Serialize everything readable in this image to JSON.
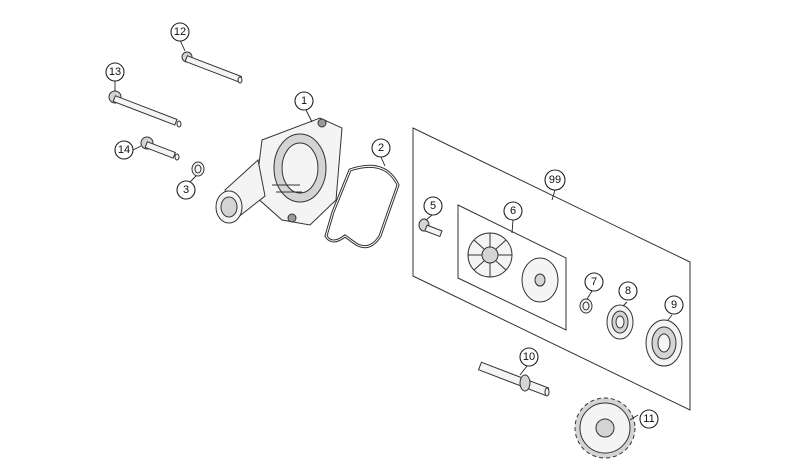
{
  "callouts": {
    "c1": "1",
    "c2": "2",
    "c3": "3",
    "c5": "5",
    "c6": "6",
    "c7": "7",
    "c8": "8",
    "c9": "9",
    "c10": "10",
    "c11": "11",
    "c12": "12",
    "c13": "13",
    "c14": "14",
    "c99": "99"
  }
}
